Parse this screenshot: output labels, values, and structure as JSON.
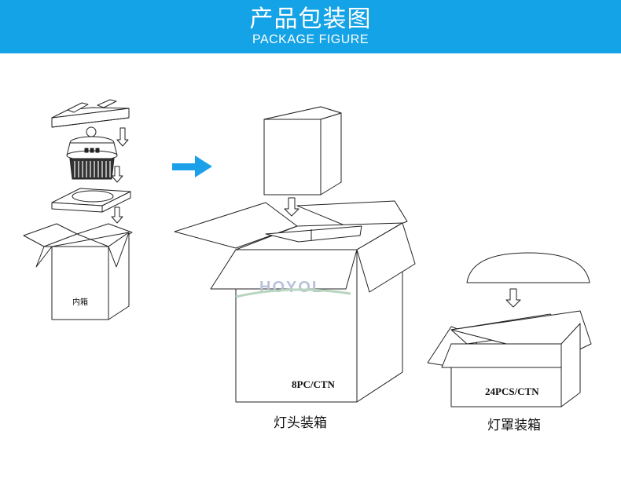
{
  "header": {
    "title": "产品包装图",
    "subtitle": "PACKAGE FIGURE"
  },
  "labels": {
    "inner_box": "内箱",
    "lamp_head_qty": "8PC/CTN",
    "lamp_head_caption": "灯头装箱",
    "lampshade_qty": "24PCS/CTN",
    "lampshade_caption": "灯罩装箱",
    "watermark": "HOYOL"
  },
  "colors": {
    "banner": "#14a3e6",
    "arrow": "#1aa0e8"
  }
}
